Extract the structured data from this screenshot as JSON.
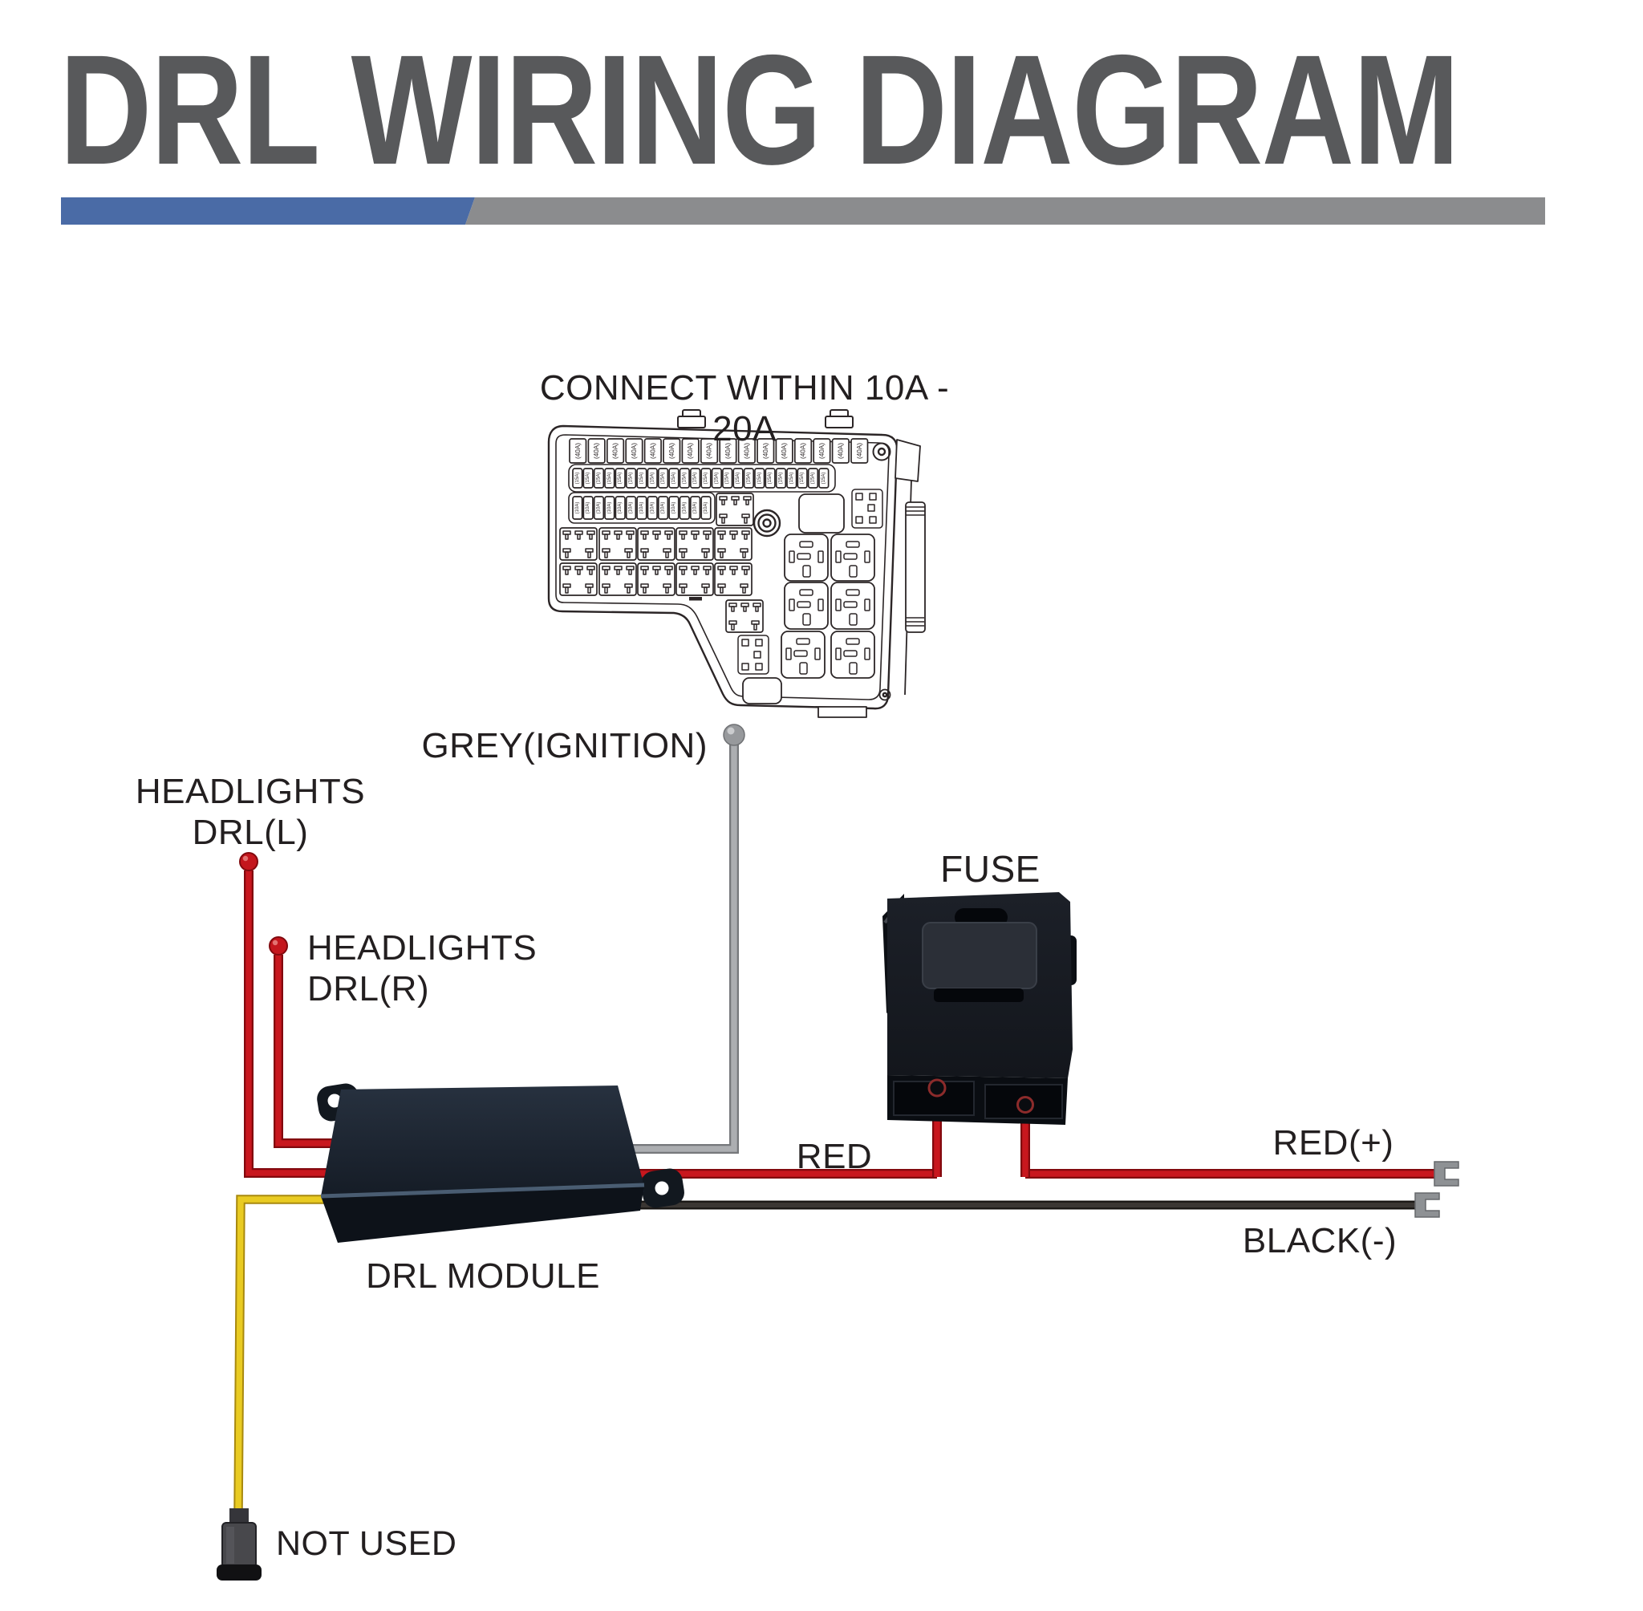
{
  "title": "DRL WIRING DIAGRAM",
  "fusebox": {
    "caption": "CONNECT WITHIN 10A - 20A",
    "fuse_rows": [
      {
        "id": "row1",
        "count": 16,
        "label": "(40A)"
      },
      {
        "id": "row2",
        "count": 24,
        "label": "(15A)"
      },
      {
        "id": "row3",
        "count": 13,
        "label": "(10A)"
      }
    ]
  },
  "wires": {
    "grey": {
      "label": "GREY(IGNITION)",
      "color": "#a8aaad"
    },
    "headlight_left": {
      "line1": "HEADLIGHTS",
      "line2": "DRL(L)",
      "color": "#c8171e"
    },
    "headlight_right": {
      "line1": "HEADLIGHTS",
      "line2": "DRL(R)",
      "color": "#c8171e"
    },
    "red_to_fuse": {
      "label": "RED",
      "color": "#c8171e"
    },
    "red_output": {
      "label": "RED(+)",
      "color": "#c8171e"
    },
    "black_ground": {
      "label": "BLACK(-)",
      "color": "#2b2724"
    },
    "yellow_unused": {
      "label": "NOT USED",
      "color": "#e8c81e"
    }
  },
  "components": {
    "drl_module": {
      "label": "DRL MODULE"
    },
    "fuse_holder": {
      "label": "FUSE"
    }
  },
  "colors": {
    "title": "#58595b",
    "text": "#231f20",
    "bar_blue": "#4a6ba6",
    "bar_grey": "#8b8c8e",
    "line_art": "#2b2526"
  }
}
